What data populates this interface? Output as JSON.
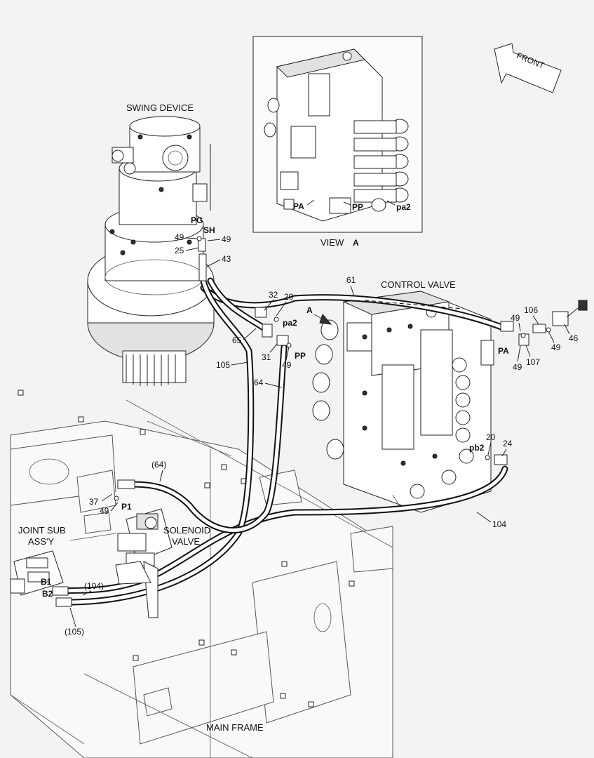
{
  "labels": {
    "swing_device": "SWING DEVICE",
    "control_valve": "CONTROL VALVE",
    "view_a": "VIEW",
    "view_a_letter": "A",
    "front": "FRONT",
    "joint_sub_line1": "JOINT SUB",
    "joint_sub_line2": "ASS'Y",
    "solenoid_line1": "SOLENOID",
    "solenoid_line2": "VALVE",
    "main_frame": "MAIN FRAME",
    "arrow_a": "A"
  },
  "ports": {
    "pg": "PG",
    "sh": "SH",
    "pa2_left": "pa2",
    "pp_left": "PP",
    "pa_right": "PA",
    "pb2": "pb2",
    "p1": "P1",
    "b1": "B1",
    "b2": "B2",
    "inset_pa": "PA",
    "inset_pp": "PP",
    "inset_pa2": "pa2"
  },
  "callouts": {
    "c49_a": "49",
    "c49_b": "49",
    "c25": "25",
    "c43": "43",
    "c32": "32",
    "c20_a": "20",
    "c61": "61",
    "c65": "65",
    "c31": "31",
    "c49_c": "49",
    "c105": "105",
    "c64": "64",
    "c106": "106",
    "c49_d": "49",
    "c49_e": "49",
    "c46": "46",
    "c49_f": "49",
    "c107": "107",
    "c20_b": "20",
    "c24": "24",
    "c104": "104",
    "c64_paren": "(64)",
    "c37": "37",
    "c49_g": "49",
    "c104_paren": "(104)",
    "c105_paren": "(105)"
  }
}
